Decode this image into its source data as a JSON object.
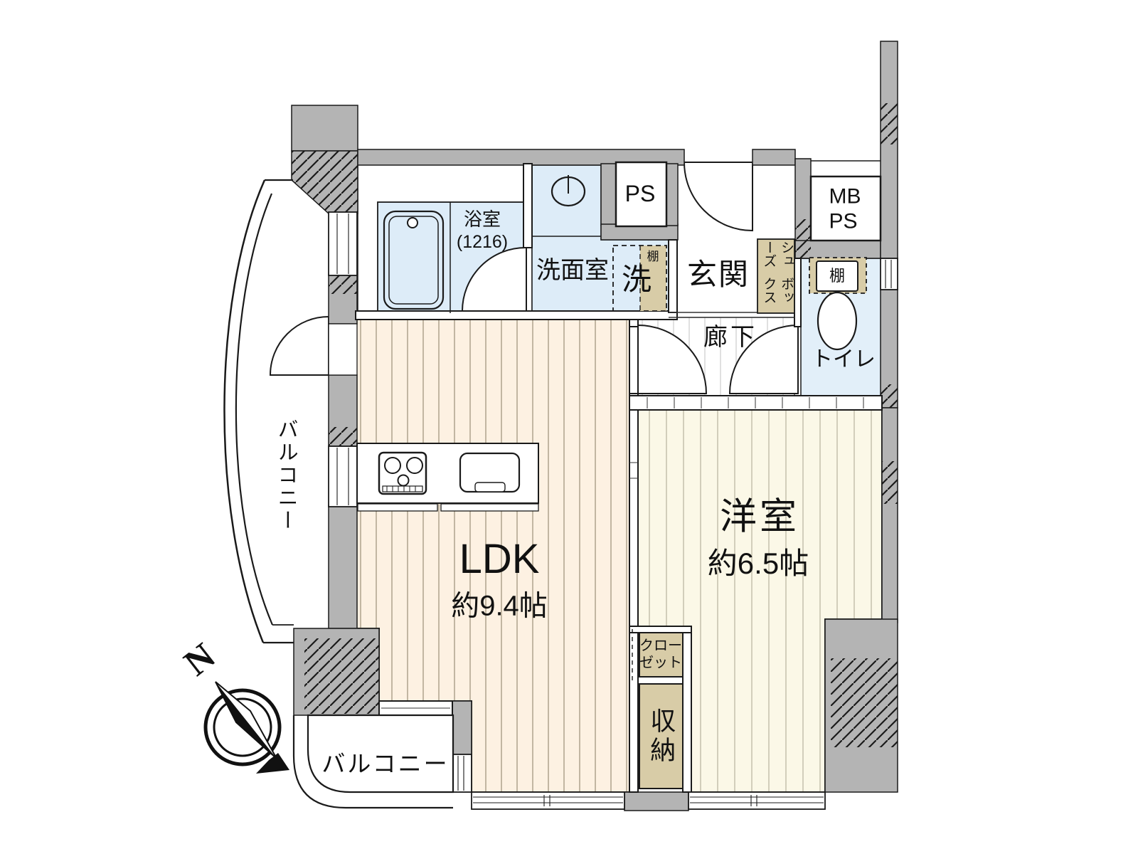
{
  "rooms": {
    "ldk": {
      "name": "LDK",
      "size": "約9.4帖"
    },
    "western": {
      "name": "洋室",
      "size": "約6.5帖"
    },
    "bath": {
      "name": "浴室",
      "size": "(1216)"
    },
    "washroom": {
      "name": "洗面室"
    },
    "toilet": {
      "name": "トイレ"
    },
    "hallway": {
      "name": "廊下"
    },
    "entrance": {
      "name": "玄関"
    },
    "balcony_left": {
      "name": "バルコニー"
    },
    "balcony_bottom": {
      "name": "バルコニー"
    },
    "closet": {
      "line1": "クロー",
      "line2": "ゼット"
    },
    "storage": {
      "name": "収納"
    }
  },
  "fixtures": {
    "washer": {
      "label": "洗",
      "shelf": "棚"
    },
    "toilet_shelf": "棚",
    "shoe_box": {
      "line1": "シューズ",
      "line2": "ボックス"
    },
    "ps": "PS",
    "mb_ps": {
      "line1": "MB",
      "line2": "PS"
    }
  },
  "compass": {
    "north": "N"
  },
  "colors": {
    "wall_gray": "#b4b4b4",
    "wet_area_blue": "#ddecf8",
    "ldk_floor": "#fdf1e2",
    "western_floor": "#fbf8e7",
    "storage_tan": "#d8cca7",
    "line": "#1a1a1a"
  }
}
